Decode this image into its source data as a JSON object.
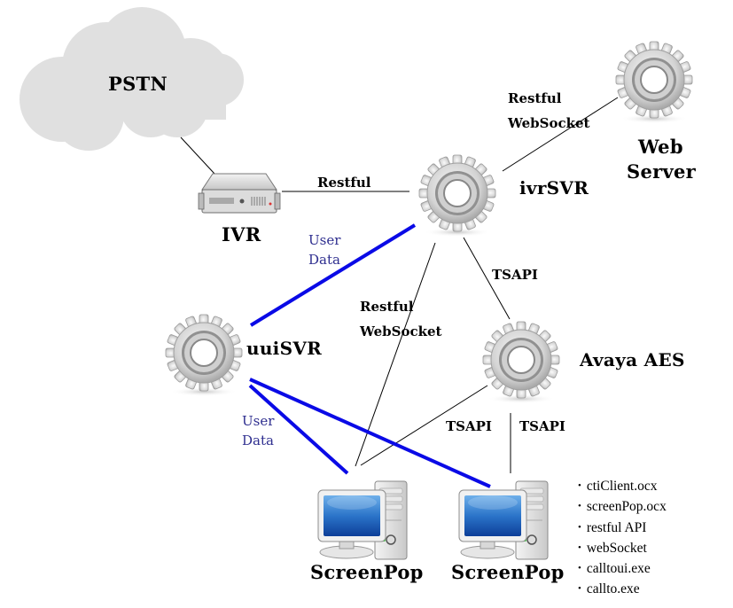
{
  "diagram": {
    "nodes": {
      "pstn": {
        "label": "PSTN",
        "icon": "cloud-icon"
      },
      "ivr": {
        "label": "IVR",
        "icon": "server-icon"
      },
      "ivrsvr": {
        "label": "ivrSVR",
        "icon": "gear-icon"
      },
      "webserver": {
        "label_line1": "Web",
        "label_line2": "Server",
        "icon": "gear-icon"
      },
      "uuisvr": {
        "label": "uuiSVR",
        "icon": "gear-icon"
      },
      "avaya": {
        "label": "Avaya AES",
        "icon": "gear-icon"
      },
      "screenpop1": {
        "label": "ScreenPop",
        "icon": "desktop-computer-icon"
      },
      "screenpop2": {
        "label": "ScreenPop",
        "icon": "desktop-computer-icon"
      }
    },
    "edge_labels": {
      "ivr_ivrsvr": "Restful",
      "ivrsvr_web_line1": "Restful",
      "ivrsvr_web_line2": "WebSocket",
      "ivrsvr_screenpop_line1": "Restful",
      "ivrsvr_screenpop_line2": "WebSocket",
      "ivrsvr_avaya": "TSAPI",
      "avaya_screenpop1": "TSAPI",
      "avaya_screenpop2": "TSAPI",
      "uuisvr_ivrsvr_line1": "User",
      "uuisvr_ivrsvr_line2": "Data",
      "uuisvr_screenpop_line1": "User",
      "uuisvr_screenpop_line2": "Data"
    },
    "components": [
      "ctiClient.ocx",
      "screenPop.ocx",
      "restful API",
      "webSocket",
      "calltoui.exe",
      "callto.exe"
    ],
    "colors": {
      "user_data_line": "#0a0ae6",
      "user_data_text": "#2e2e8f",
      "cloud": "#e0e0e0",
      "link": "#000000"
    }
  }
}
